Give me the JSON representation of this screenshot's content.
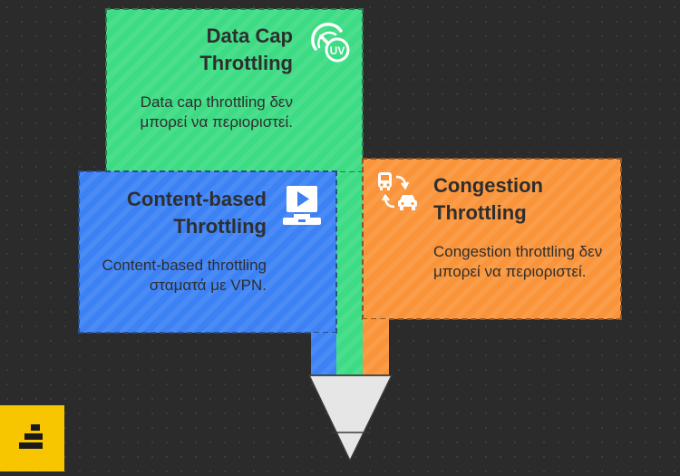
{
  "cards": [
    {
      "id": "data-cap",
      "title": "Data Cap Throttling",
      "description": "Data cap throttling δεν μπορεί να περιοριστεί.",
      "color": "#3ddc84",
      "icon": "speed-gauge-uv-icon"
    },
    {
      "id": "content-based",
      "title": "Content-based Throttling",
      "description": "Content-based throttling σταματά με VPN.",
      "color": "#3d82f5",
      "icon": "video-player-icon"
    },
    {
      "id": "congestion",
      "title": "Congestion Throttling",
      "description": "Congestion throttling δεν μπορεί να περιοριστεί.",
      "color": "#fa943a",
      "icon": "traffic-vehicles-icon"
    }
  ],
  "funnel": {
    "color": "#e6e6e6"
  },
  "logo": {
    "color": "#f7c600",
    "icon": "stacked-bars-logo-icon"
  }
}
